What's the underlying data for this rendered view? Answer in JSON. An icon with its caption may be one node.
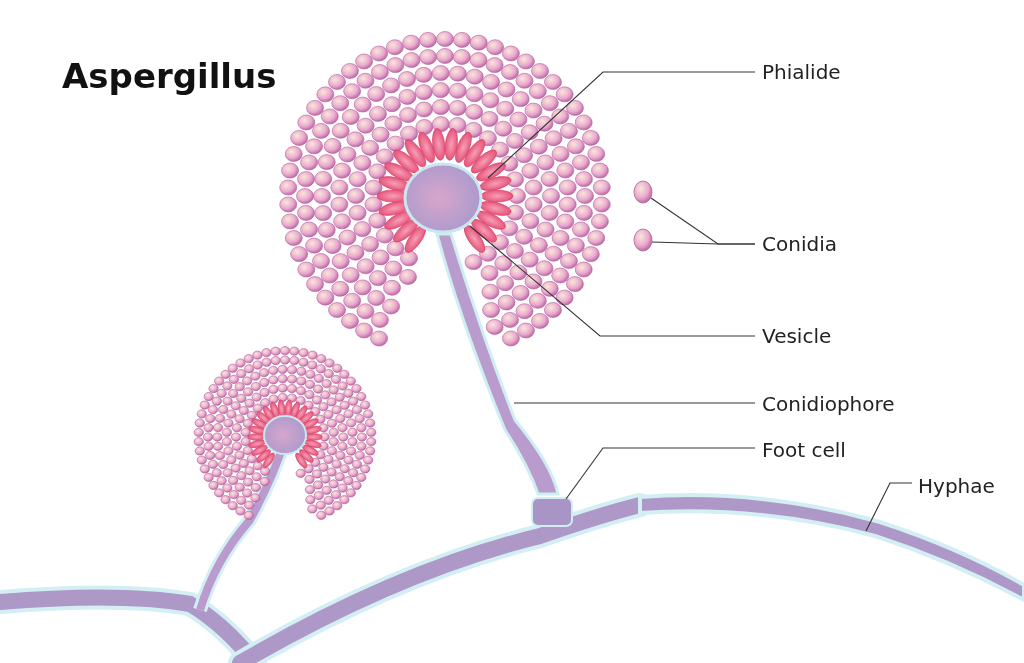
{
  "diagram": {
    "title": "Aspergillus",
    "nodes": [
      {
        "text": [
          "Phialide"
        ]
      },
      {
        "text": [
          "Conidia"
        ]
      },
      {
        "text": [
          "Vesicle"
        ]
      },
      {
        "text": [
          "Conidiophore"
        ]
      },
      {
        "text": [
          "Foot cell"
        ]
      },
      {
        "text": [
          "Hyphae"
        ]
      },
      {
        "text": [],
        "shape": "picture"
      },
      {
        "text": [],
        "shape": "circle"
      },
      {
        "text": [],
        "shape": "circle"
      },
      {
        "text": [],
        "shape": "picture"
      },
      {
        "text": [],
        "shape": "picture"
      },
      {
        "text": [],
        "shape": "box"
      },
      {
        "text": [],
        "shape": "picture"
      }
    ],
    "edges": [
      {
        "from": 0,
        "to": 6,
        "arrow": "none"
      },
      {
        "from": 1,
        "to": 7,
        "arrow": "none"
      },
      {
        "from": 1,
        "to": 8,
        "arrow": "none"
      },
      {
        "from": 2,
        "to": 9,
        "arrow": "none"
      },
      {
        "from": 3,
        "to": 10,
        "arrow": "none"
      },
      {
        "from": 4,
        "to": 11,
        "arrow": "none"
      },
      {
        "from": 5,
        "to": 12,
        "arrow": "none"
      }
    ]
  }
}
